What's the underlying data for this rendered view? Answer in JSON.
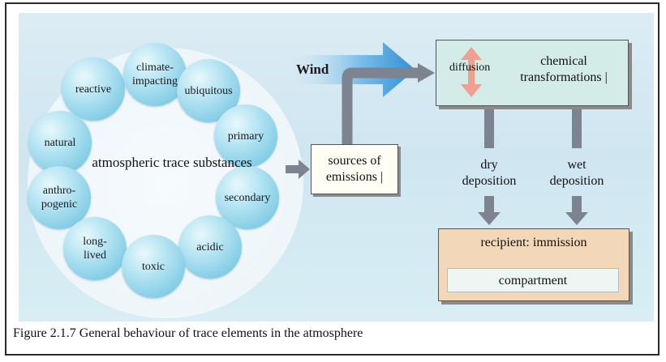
{
  "center_label": "atmospheric trace substances",
  "properties": [
    {
      "id": "reactive",
      "label": "reactive"
    },
    {
      "id": "climate-impacting",
      "label": "climate-\nimpacting"
    },
    {
      "id": "ubiquitous",
      "label": "ubiquitous"
    },
    {
      "id": "natural",
      "label": "natural"
    },
    {
      "id": "primary",
      "label": "primary"
    },
    {
      "id": "anthropogenic",
      "label": "anthro-\npogenic"
    },
    {
      "id": "secondary",
      "label": "secondary"
    },
    {
      "id": "long-lived",
      "label": "long-\nlived"
    },
    {
      "id": "acidic",
      "label": "acidic"
    },
    {
      "id": "toxic",
      "label": "toxic"
    }
  ],
  "sources": "sources of emissions |",
  "wind": "Wind",
  "chemical": {
    "title": "chemical transformations |",
    "diffusion": "diffusion"
  },
  "dry_deposition": "dry deposition",
  "wet_deposition": "wet deposition",
  "recipient": {
    "title": "recipient: immission",
    "compartment": "compartment"
  },
  "caption": "Figure 2.1.7 General behaviour of trace elements in the atmosphere",
  "colors": {
    "panel": "#d4e9f3",
    "bubble": "#8fd3ea",
    "chem_box": "#d4ece8",
    "recipient_box": "#f2d7b8",
    "arrow_gray": "#7d838f",
    "wind_blue": "#3f9ad9",
    "diffusion_arrow": "#f0a090"
  }
}
